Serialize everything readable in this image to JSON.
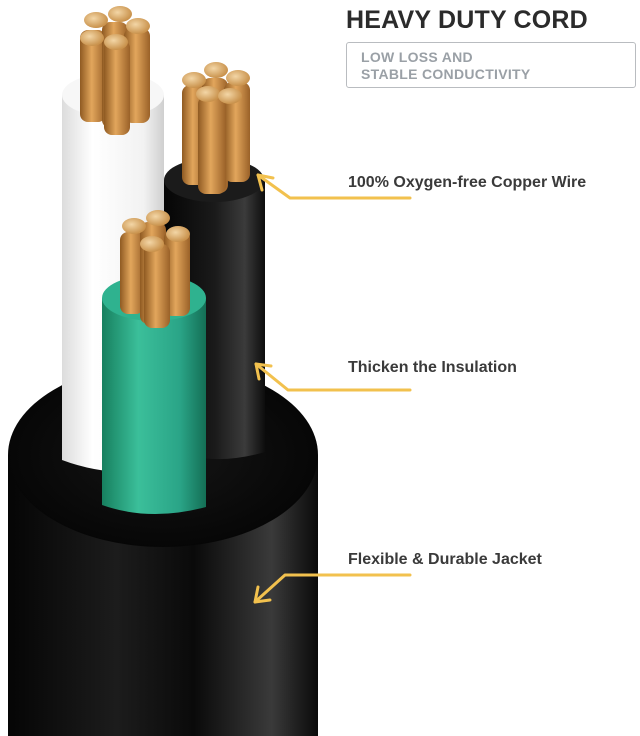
{
  "header": {
    "title": "HEAVY DUTY CORD",
    "subtitle_lines": [
      "LOW LOSS AND",
      "STABLE CONDUCTIVITY"
    ]
  },
  "callouts": [
    {
      "label": "100% Oxygen-free Copper Wire"
    },
    {
      "label": "Thicken the Insulation"
    },
    {
      "label": "Flexible & Durable Jacket"
    }
  ],
  "colors": {
    "jacket": "#0b0b0b",
    "white_wire": "#f4f4f4",
    "black_wire": "#111111",
    "green_wire": "#2aa487",
    "copper": "#c98a3f",
    "accent_arrow": "#f2c14e"
  }
}
